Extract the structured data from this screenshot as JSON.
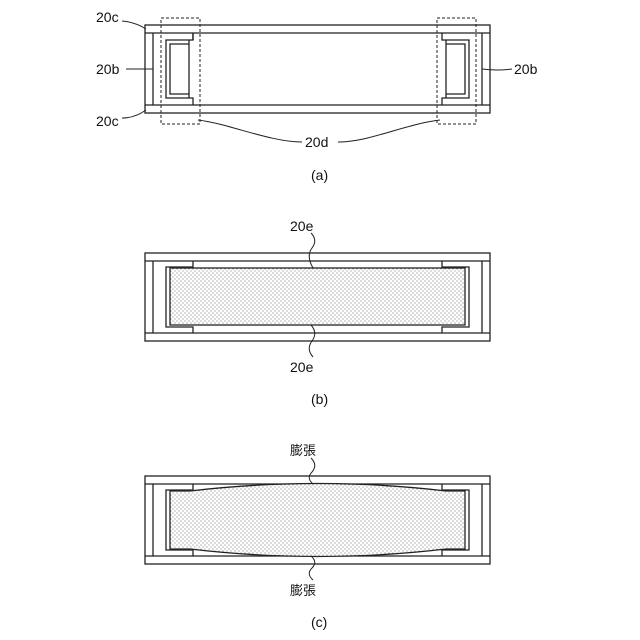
{
  "figure_a": {
    "label_20c_top": "20c",
    "label_20b_left": "20b",
    "label_20c_bottom": "20c",
    "label_20b_right": "20b",
    "label_20d": "20d",
    "caption": "(a)"
  },
  "figure_b": {
    "label_20e_top": "20e",
    "label_20e_bottom": "20e",
    "caption": "(b)"
  },
  "figure_c": {
    "label_expansion_top": "膨張",
    "label_expansion_bottom": "膨張",
    "caption": "(c)"
  },
  "colors": {
    "line": "#222222",
    "fill_dots": "#555555"
  }
}
